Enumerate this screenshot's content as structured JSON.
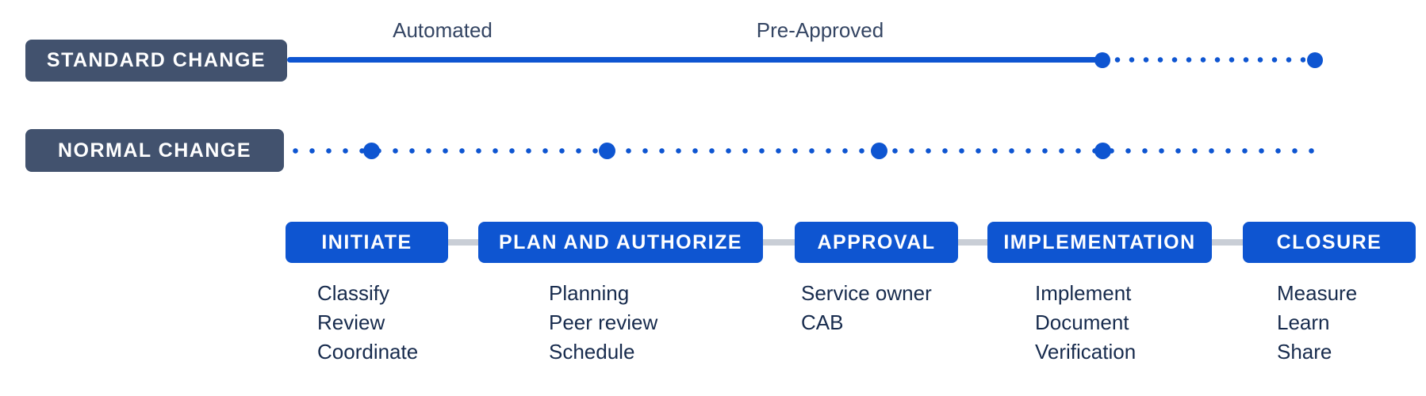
{
  "colors": {
    "accent_blue": "#0E55D1",
    "dark_slate": "#42526E",
    "navy_text": "#172B4D",
    "annotation_navy": "#344563",
    "connector_gray": "#C9CED6",
    "background": "#FFFFFF"
  },
  "rows": {
    "standard": {
      "label": "STANDARD CHANGE",
      "annotations": [
        "Automated",
        "Pre-Approved"
      ]
    },
    "normal": {
      "label": "NORMAL CHANGE"
    }
  },
  "phases": [
    {
      "label": "INITIATE",
      "items": [
        "Classify",
        "Review",
        "Coordinate"
      ]
    },
    {
      "label": "PLAN AND AUTHORIZE",
      "items": [
        "Planning",
        "Peer review",
        "Schedule"
      ]
    },
    {
      "label": "APPROVAL",
      "items": [
        "Service owner",
        "CAB"
      ]
    },
    {
      "label": "IMPLEMENTATION",
      "items": [
        "Implement",
        "Document",
        "Verification"
      ]
    },
    {
      "label": "CLOSURE",
      "items": [
        "Measure",
        "Learn",
        "Share"
      ]
    }
  ]
}
